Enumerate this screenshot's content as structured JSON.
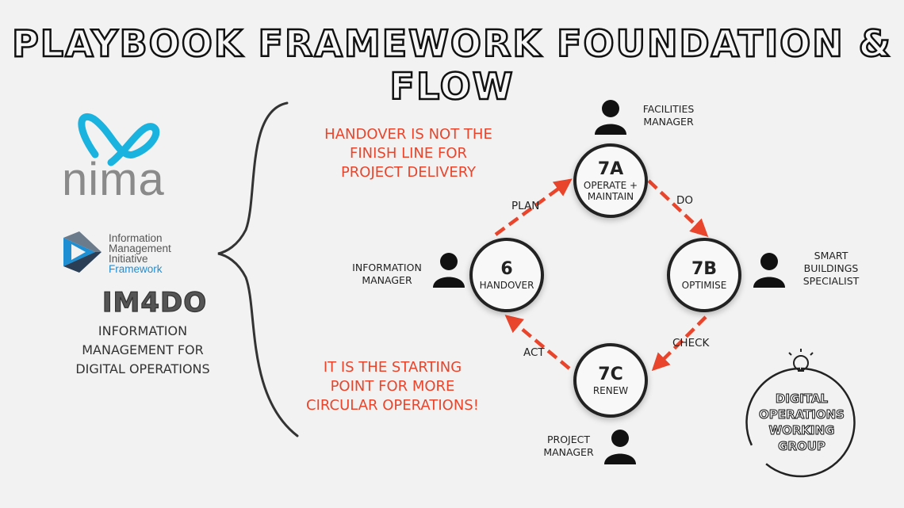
{
  "title": "PLAYBOOK FRAMEWORK FOUNDATION & FLOW",
  "logos": {
    "nima": "nima",
    "imif_lines": [
      "Information",
      "Management",
      "Initiative"
    ],
    "imif_framework": "Framework",
    "im4do": "IM4DO",
    "im4do_sub": [
      "INFORMATION",
      "MANAGEMENT FOR",
      "DIGITAL OPERATIONS"
    ]
  },
  "notes": {
    "top": [
      "HANDOVER IS NOT THE",
      "FINISH LINE FOR",
      "PROJECT DELIVERY"
    ],
    "bottom": [
      "IT IS THE STARTING",
      "POINT FOR MORE",
      "CIRCULAR OPERATIONS!"
    ]
  },
  "nodes": {
    "n7a": {
      "num": "7A",
      "label_lines": [
        "OPERATE +",
        "MAINTAIN"
      ]
    },
    "n7b": {
      "num": "7B",
      "label_lines": [
        "OPTIMISE"
      ]
    },
    "n7c": {
      "num": "7C",
      "label_lines": [
        "RENEW"
      ]
    },
    "n6": {
      "num": "6",
      "label_lines": [
        "HANDOVER"
      ]
    }
  },
  "edges": {
    "plan": "PLAN",
    "do": "DO",
    "check": "CHECK",
    "act": "ACT"
  },
  "roles": {
    "facilities": [
      "FACILITIES",
      "MANAGER"
    ],
    "smart": [
      "SMART",
      "BUILDINGS",
      "SPECIALIST"
    ],
    "information": [
      "INFORMATION",
      "MANAGER"
    ],
    "project": [
      "PROJECT",
      "MANAGER"
    ]
  },
  "dow_badge": [
    "DIGITAL",
    "OPERATIONS",
    "WORKING",
    "GROUP"
  ],
  "colors": {
    "accent_red": "#e8452c",
    "nima_blue": "#1ab3e0",
    "ink": "#222222"
  }
}
